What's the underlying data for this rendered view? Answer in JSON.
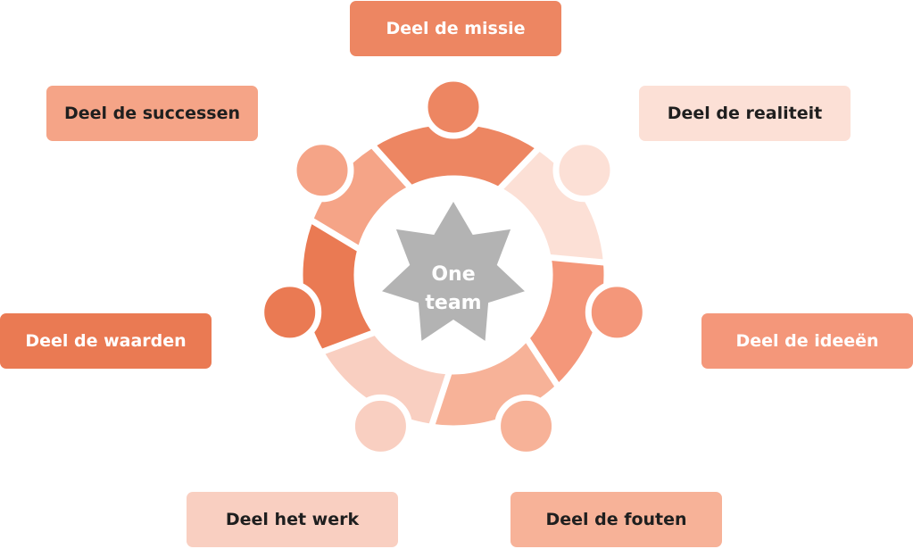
{
  "center": {
    "line1": "One",
    "line2": "team",
    "color": "#B3B3B3"
  },
  "items": [
    {
      "label": "Deel de missie",
      "color": "#ED8662",
      "text_light": true
    },
    {
      "label": "Deel de realiteit",
      "color": "#FCE0D6",
      "text_light": false
    },
    {
      "label": "Deel de ideeën",
      "color": "#F4977A",
      "text_light": true
    },
    {
      "label": "Deel de fouten",
      "color": "#F7B298",
      "text_light": false
    },
    {
      "label": "Deel het werk",
      "color": "#F9CFC1",
      "text_light": false
    },
    {
      "label": "Deel de waarden",
      "color": "#EA7A53",
      "text_light": true
    },
    {
      "label": "Deel de successen",
      "color": "#F5A487",
      "text_light": false
    }
  ]
}
